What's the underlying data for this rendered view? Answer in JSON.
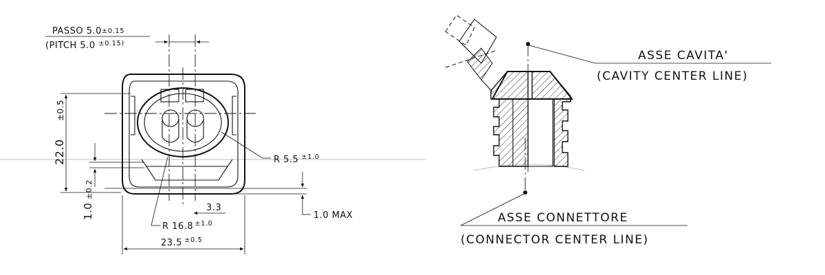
{
  "front_view": {
    "pitch_it": "PASSO 5.0",
    "pitch_it_tol": "±0.15",
    "pitch_en": "(PITCH 5.0",
    "pitch_en_tol": "±0.15)",
    "height_dim": "22.0",
    "height_tol": "±0.5",
    "step_dim": "1.0",
    "step_tol": "±0.2",
    "radius_small": "R 5.5",
    "radius_small_tol": "±1.0",
    "offset_dim": "3.3",
    "radius_large": "R 16.8",
    "radius_large_tol": "±1.0",
    "max_dim": "1.0 MAX",
    "width_dim": "23.5",
    "width_tol": "±0.5"
  },
  "section_view": {
    "cavity_axis_it": "ASSE CAVITA'",
    "cavity_axis_en": "(CAVITY CENTER LINE)",
    "connector_axis_it": "ASSE CONNETTORE",
    "connector_axis_en": "(CONNECTOR CENTER LINE)"
  }
}
